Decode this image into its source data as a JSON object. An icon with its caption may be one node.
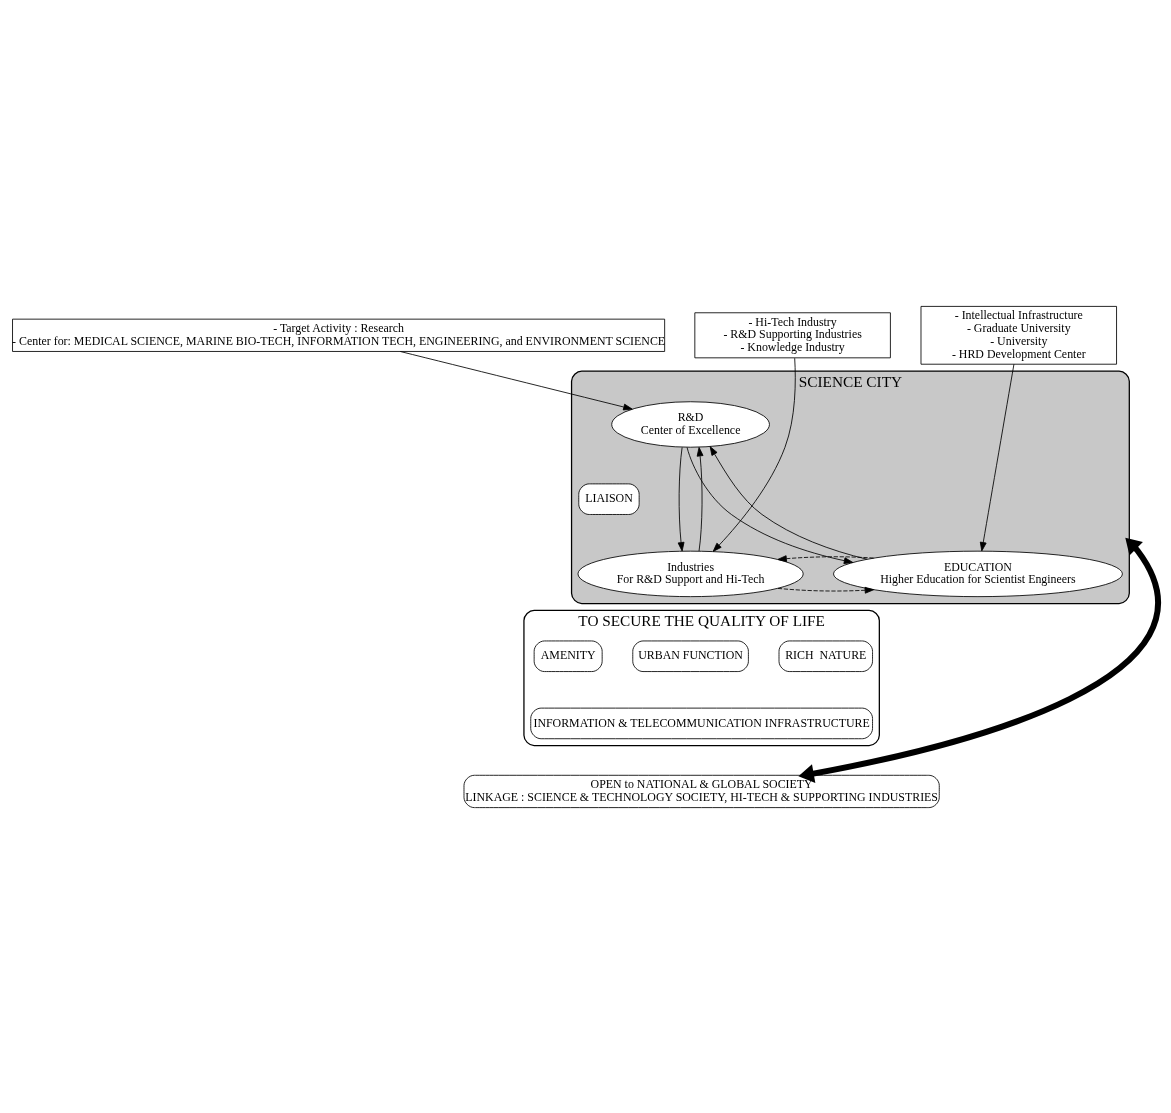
{
  "diagram": {
    "nodes": [
      {
        "text": [
          "SCIENCE CITY"
        ]
      },
      {
        "text": [
          "R&D",
          "Center of Excellence"
        ],
        "in": 0
      },
      {
        "text": [
          "LIAISON"
        ],
        "in": 0
      },
      {
        "text": [
          "Industries",
          "For R&D Support and Hi-Tech"
        ],
        "in": 0
      },
      {
        "text": [
          "EDUCATION",
          "Higher Education for Scientist Engineers"
        ],
        "in": 0
      },
      {
        "text": [
          "TO SECURE THE QUALITY OF LIFE"
        ]
      },
      {
        "text": [
          "URBAN FUNCTION"
        ],
        "in": 5
      },
      {
        "text": [
          "AMENITY"
        ],
        "in": 5
      },
      {
        "text": [
          "RICH  NATURE"
        ],
        "in": 5
      },
      {
        "text": [
          "INFORMATION & TELECOMMUNICATION INFRASTRUCTURE"
        ],
        "in": 5
      },
      {
        "text": [
          "OPEN to NATIONAL & GLOBAL SOCIETY",
          "LINKAGE : SCIENCE & TECHNOLOGY SOCIETY, HI-TECH & SUPPORTING INDUSTRIES"
        ]
      },
      {
        "text": [
          "- Hi-Tech Industry",
          "- R&D Supporting Industries",
          "- Knowledge Industry"
        ]
      },
      {
        "text": [
          "- Target Activity : Research",
          "- Center for: MEDICAL SCIENCE, MARINE BIO-TECH, INFORMATION TECH, ENGINEERING, and ENVIRONMENT SCIENCE"
        ]
      },
      {
        "text": [
          "- Intellectual Infrastructure",
          "- Graduate University",
          "- University",
          "- HRD Development Center"
        ]
      }
    ],
    "edges": [
      {
        "from": 11,
        "to": 3,
        "arrow": "to"
      },
      {
        "from": 12,
        "to": 1,
        "arrow": "to"
      },
      {
        "from": 13,
        "to": 4,
        "arrow": "to"
      },
      {
        "from": 3,
        "to": 1,
        "arrow": "to"
      },
      {
        "from": 1,
        "to": 3,
        "arrow": "to"
      },
      {
        "from": 1,
        "to": 4,
        "arrow": "to"
      },
      {
        "from": 4,
        "to": 1,
        "arrow": "to"
      },
      {
        "from": 3,
        "to": 4,
        "arrow": "to",
        "style": "dashed"
      },
      {
        "from": 4,
        "to": 3,
        "arrow": "to",
        "style": "dashed"
      },
      {
        "from": 0,
        "to": 10,
        "arrow": "both",
        "style": "thick"
      }
    ]
  }
}
